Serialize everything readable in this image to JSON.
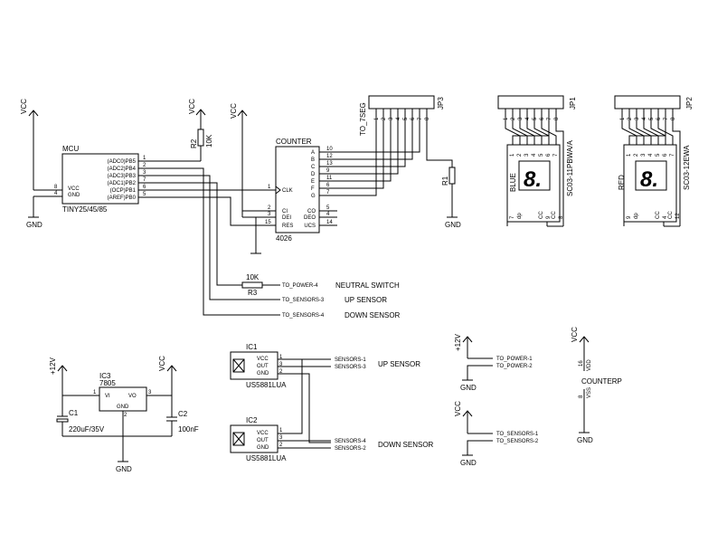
{
  "mcu": {
    "name": "MCU",
    "part": "TINY25/45/85",
    "left_pins": [
      {
        "num": "8",
        "label": "VCC"
      },
      {
        "num": "4",
        "label": "GND"
      }
    ],
    "right_pins": [
      {
        "num": "1",
        "label": "(ADC0)PB5"
      },
      {
        "num": "2",
        "label": "(ADC2)PB4"
      },
      {
        "num": "3",
        "label": "(ADC3)PB3"
      },
      {
        "num": "7",
        "label": "(ADC1)PB2"
      },
      {
        "num": "6",
        "label": "(OCP)PB1"
      },
      {
        "num": "5",
        "label": "(AREF)PB0"
      }
    ]
  },
  "counter": {
    "name": "COUNTER",
    "part": "4026",
    "outputs": [
      {
        "num": "10",
        "label": "A"
      },
      {
        "num": "12",
        "label": "B"
      },
      {
        "num": "13",
        "label": "C"
      },
      {
        "num": "9",
        "label": "D"
      },
      {
        "num": "11",
        "label": "E"
      },
      {
        "num": "6",
        "label": "F"
      },
      {
        "num": "7",
        "label": "G"
      }
    ],
    "clk": {
      "num": "1",
      "label": "CLK"
    },
    "left_pins": [
      {
        "num": "2",
        "label": "CI"
      },
      {
        "num": "3",
        "label": "DEI"
      },
      {
        "num": "15",
        "label": "RES"
      }
    ],
    "right_pins": [
      {
        "num": "5",
        "label": "CO"
      },
      {
        "num": "4",
        "label": "DEO"
      },
      {
        "num": "14",
        "label": "UCS"
      }
    ]
  },
  "r2": {
    "name": "R2",
    "value": "10K"
  },
  "r1": {
    "name": "R1"
  },
  "r3": {
    "name": "R3",
    "value": "10K"
  },
  "jp3": {
    "name": "JP3",
    "net": "TO_7SEG",
    "pins": [
      "1",
      "2",
      "3",
      "4",
      "5",
      "6",
      "7",
      "8"
    ]
  },
  "jp1": {
    "name": "JP1",
    "pins": [
      "1",
      "2",
      "3",
      "4",
      "5",
      "6",
      "7",
      "8"
    ]
  },
  "jp2": {
    "name": "JP2",
    "pins": [
      "1",
      "2",
      "3",
      "4",
      "5",
      "6",
      "7",
      "8"
    ]
  },
  "blue_display": {
    "color_label": "BLUE",
    "part": "SC03-11PBWA/A",
    "digit": "8.",
    "top_pins": [
      "1",
      "2",
      "3",
      "4",
      "5",
      "6",
      "7",
      "8"
    ],
    "bottom_left": {
      "num": "7",
      "label": "dp"
    },
    "bottom_right": [
      {
        "num": "9",
        "label": "CC"
      },
      {
        "num": "8",
        "label": "CC"
      }
    ]
  },
  "red_display": {
    "color_label": "RED",
    "part": "SC03-12EWA",
    "digit": "8.",
    "top_pins": [
      "1",
      "2",
      "3",
      "4",
      "5",
      "6",
      "7",
      "8"
    ],
    "bottom_left": {
      "num": "9",
      "label": "dp"
    },
    "bottom_right": [
      {
        "num": "4",
        "label": "CC"
      },
      {
        "num": "12",
        "label": "CC"
      }
    ]
  },
  "signals": {
    "to_power_4": "TO_POWER-4",
    "to_sensors_3": "TO_SENSORS-3",
    "to_sensors_4": "TO_SENSORS-4",
    "neutral_switch": "NEUTRAL SWITCH",
    "up_sensor": "UP SENSOR",
    "down_sensor": "DOWN SENSOR"
  },
  "power": {
    "vcc": "VCC",
    "gnd": "GND",
    "plus12v": "+12V"
  },
  "regulator": {
    "name": "IC3",
    "part": "7805",
    "vi": "VI",
    "vo": "VO",
    "gnd": "GND",
    "pin_in": "1",
    "pin_out": "3",
    "pin_gnd": "2"
  },
  "c1": {
    "name": "C1",
    "value": "220uF/35V"
  },
  "c2": {
    "name": "C2",
    "value": "100nF"
  },
  "ic1": {
    "name": "IC1",
    "part": "US5881LUA",
    "pins": [
      {
        "num": "1",
        "label": "VCC"
      },
      {
        "num": "3",
        "label": "OUT"
      },
      {
        "num": "2",
        "label": "GND"
      }
    ],
    "nets": [
      "SENSORS-1",
      "SENSORS-3"
    ],
    "side_label": "UP SENSOR"
  },
  "ic2": {
    "name": "IC2",
    "part": "US5881LUA",
    "pins": [
      {
        "num": "1",
        "label": "VCC"
      },
      {
        "num": "3",
        "label": "OUT"
      },
      {
        "num": "2",
        "label": "GND"
      }
    ],
    "nets": [
      "SENSORS-4",
      "SENSORS-2"
    ],
    "side_label": "DOWN SENSOR"
  },
  "power_conn": {
    "nets": [
      "TO_POWER-1",
      "TO_POWER-2"
    ]
  },
  "sensor_conn": {
    "nets": [
      "TO_SENSORS-1",
      "TO_SENSORS-2"
    ]
  },
  "counterp": {
    "name": "COUNTERP",
    "vdd_num": "16",
    "vdd": "VDD",
    "vss_num": "8",
    "vss": "VSS"
  }
}
